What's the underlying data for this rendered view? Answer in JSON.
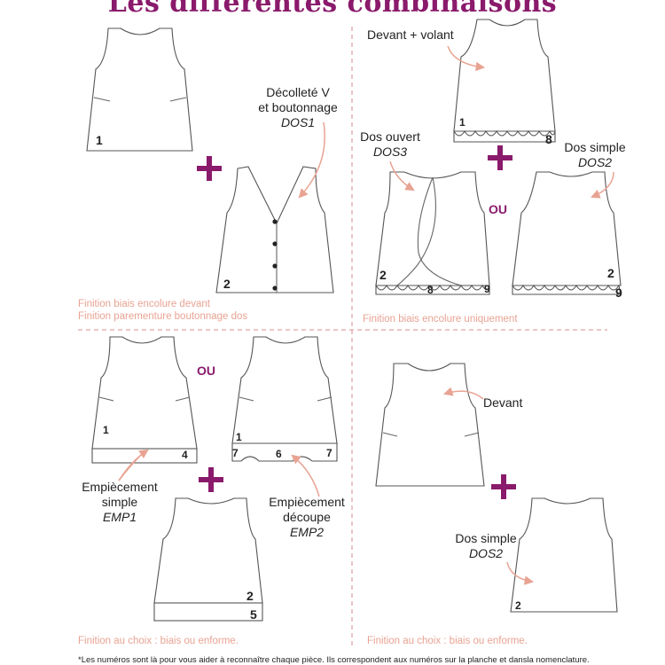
{
  "title": "Les différentes combinaisons",
  "panels": {
    "top_left": {
      "front_number": "1",
      "plus": "+",
      "back_label_line1": "Décolleté V",
      "back_label_line2": "et boutonnage",
      "back_code": "DOS1",
      "back_number": "2",
      "finish_line1": "Finition biais encolure devant",
      "finish_line2": "Finition parementure boutonnage dos"
    },
    "top_right": {
      "front_label": "Devant + volant",
      "front_numbers": [
        "1",
        "8"
      ],
      "back_open_label": "Dos ouvert",
      "back_open_code": "DOS3",
      "back_open_numbers": [
        "2",
        "8",
        "9"
      ],
      "or_label": "OU",
      "back_simple_label": "Dos simple",
      "back_simple_code": "DOS2",
      "back_simple_numbers": [
        "2",
        "9"
      ],
      "finish": "Finition biais encolure uniquement"
    },
    "bottom_left": {
      "or_label": "OU",
      "front_a_numbers": [
        "1",
        "4"
      ],
      "front_b_numbers": [
        "1",
        "7",
        "6",
        "7"
      ],
      "yoke_simple_line1": "Empiècement",
      "yoke_simple_line2": "simple",
      "yoke_simple_code": "EMP1",
      "yoke_cut_line1": "Empiècement",
      "yoke_cut_line2": "découpe",
      "yoke_cut_code": "EMP2",
      "back_numbers": [
        "2",
        "5"
      ],
      "finish": "Finition au choix : biais ou enforme."
    },
    "bottom_right": {
      "front_label": "Devant",
      "back_label": "Dos simple",
      "back_code": "DOS2",
      "back_number": "2",
      "finish": "Finition au choix : biais ou enforme."
    }
  },
  "footnote": "*Les numéros sont là pour vous aider à reconnaître chaque pièce. Ils correspondent aux numéros sur la planche et dansla nomenclature.",
  "colors": {
    "title": "#8a1a6b",
    "accent": "#8a1a6b",
    "arrow": "#e8a393",
    "divider": "#d98c8c",
    "finish_text": "#e8a393"
  }
}
